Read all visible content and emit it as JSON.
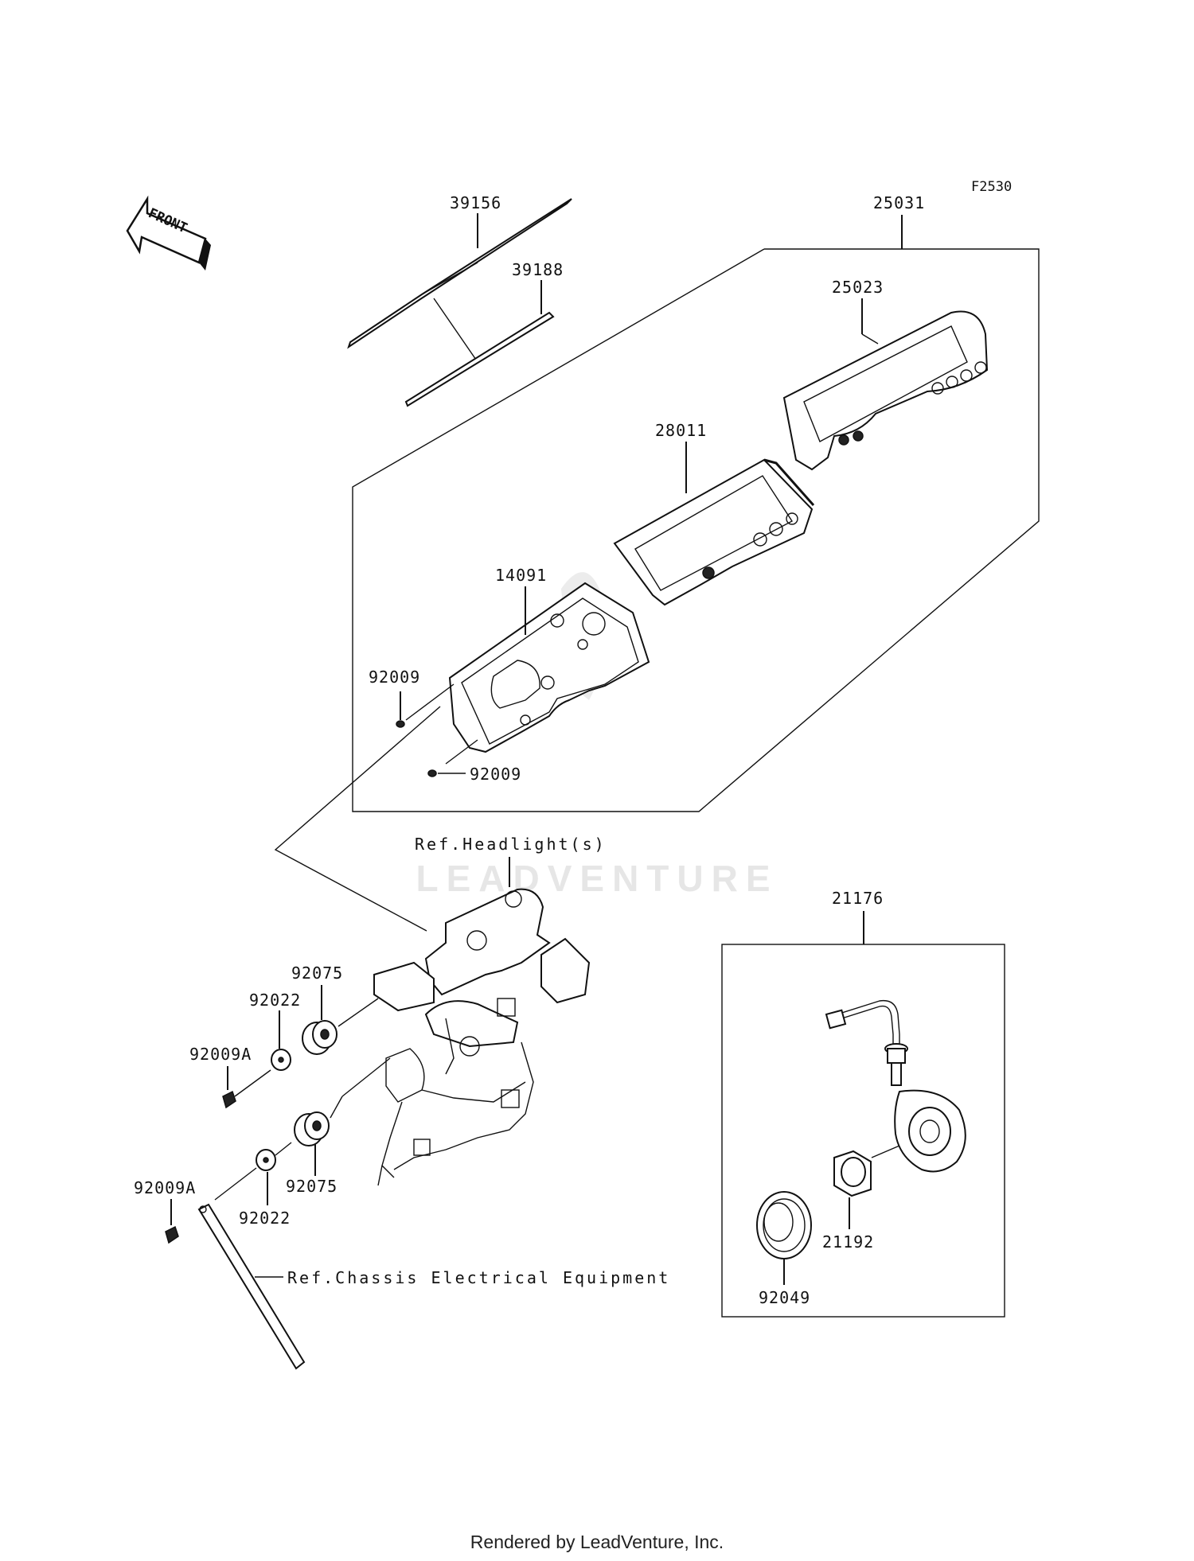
{
  "figure_code": "F2530",
  "front_label": "FRONT",
  "watermark": "LEADVENTURE",
  "footer": "Rendered by LeadVenture, Inc.",
  "references": {
    "headlight": "Ref.Headlight(s)",
    "chassis": "Ref.Chassis Electrical Equipment"
  },
  "parts": {
    "p39156": "39156",
    "p39188": "39188",
    "p25031": "25031",
    "p25023": "25023",
    "p28011": "28011",
    "p14091": "14091",
    "p92009_a": "92009",
    "p92009_b": "92009",
    "p21176": "21176",
    "p92075_a": "92075",
    "p92022_a": "92022",
    "p92009A_a": "92009A",
    "p92075_b": "92075",
    "p92022_b": "92022",
    "p92009A_b": "92009A",
    "p21192": "21192",
    "p92049": "92049"
  }
}
